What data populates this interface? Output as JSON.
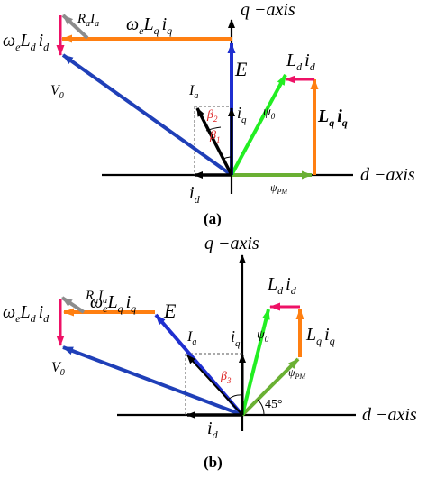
{
  "colors": {
    "axis": "#000000",
    "current_vector": "#000000",
    "back_emf_vector": "#1f2fd0",
    "voltage_vector": "#1f3fb8",
    "flux_vector": "#22ee22",
    "pm_flux_vector": "#6ab033",
    "q_inductance_drop": "#ff7f11",
    "d_inductance_drop": "#ee1166",
    "resistive_drop": "#8c8c8c",
    "angle_label": "#dd2222",
    "dashed_guides": "#555555"
  },
  "diagram_a": {
    "caption": "(a)",
    "q_axis_label": "q −axis",
    "d_axis_label": "d −axis",
    "label_we_ld_id": {
      "base": "ω",
      "sub1": "e",
      "mid": "L",
      "sub2": "d",
      "tail": "i",
      "sub3": "d"
    },
    "label_ra_ia": {
      "base": "R",
      "sub1": "a",
      "mid": "I",
      "sub2": "a"
    },
    "label_we_lq_iq": {
      "base": "ω",
      "sub1": "e",
      "mid": "L",
      "sub2": "q",
      "tail": "i",
      "sub3": "q"
    },
    "label_e": "E",
    "label_ld_id": {
      "base": "L",
      "sub1": "d",
      "mid": "i",
      "sub2": "d"
    },
    "label_lq_iq": {
      "base": "L",
      "sub1": "q",
      "mid": "i",
      "sub2": "q"
    },
    "label_v0": {
      "base": "V",
      "sub": "0"
    },
    "label_ia": {
      "base": "I",
      "sub": "a"
    },
    "label_iq": {
      "base": "i",
      "sub": "q"
    },
    "label_psi0": {
      "base": "ψ",
      "sub": "0"
    },
    "label_beta2": {
      "base": "β",
      "sub": "2"
    },
    "label_beta1": {
      "base": "β",
      "sub": "1"
    },
    "label_id": {
      "base": "i",
      "sub": "d"
    },
    "label_psi_pm": {
      "base": "ψ",
      "sub": "PM"
    }
  },
  "diagram_b": {
    "caption": "(b)",
    "q_axis_label": "q −axis",
    "d_axis_label": "d −axis",
    "label_we_ld_id": {
      "base": "ω",
      "sub1": "e",
      "mid": "L",
      "sub2": "d",
      "tail": "i",
      "sub3": "d"
    },
    "label_ra_ia": {
      "base": "R",
      "sub1": "a",
      "mid": "I",
      "sub2": "a"
    },
    "label_we_lq_iq": {
      "base": "ω",
      "sub1": "e",
      "mid": "L",
      "sub2": "q",
      "tail": "i",
      "sub3": "q"
    },
    "label_e": "E",
    "label_ld_id": {
      "base": "L",
      "sub1": "d",
      "mid": "i",
      "sub2": "d"
    },
    "label_lq_iq": {
      "base": "L",
      "sub1": "q",
      "mid": "i",
      "sub2": "q"
    },
    "label_v0": {
      "base": "V",
      "sub": "0"
    },
    "label_ia": {
      "base": "I",
      "sub": "a"
    },
    "label_iq": {
      "base": "i",
      "sub": "q"
    },
    "label_psi0": {
      "base": "ψ",
      "sub": "0"
    },
    "label_beta3": {
      "base": "β",
      "sub": "3"
    },
    "label_psi_pm": {
      "base": "ψ",
      "sub": "PM"
    },
    "label_id": {
      "base": "i",
      "sub": "d"
    },
    "angle_45": "45°"
  }
}
